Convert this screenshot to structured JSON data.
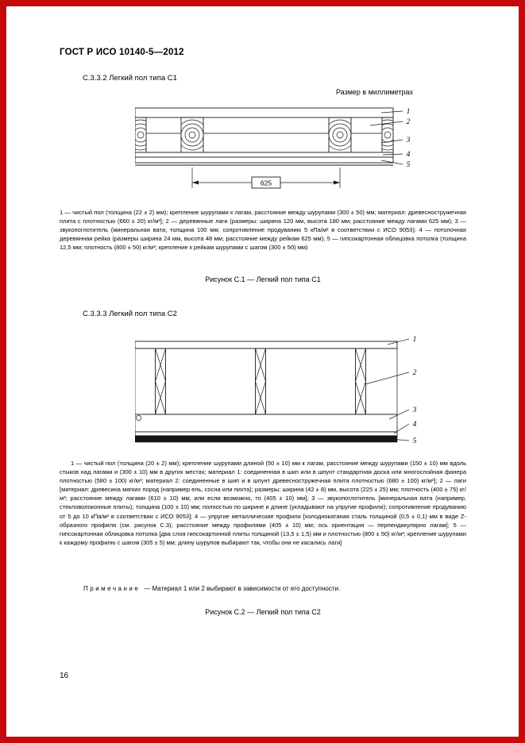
{
  "page": {
    "header_title": "ГОСТ Р ИСО 10140-5—2012",
    "page_number": "16",
    "frame_color": "#c40a0c"
  },
  "section_c1": {
    "heading": "С.3.3.2 Легкий пол типа С1",
    "units_note": "Размер в миллиметрах",
    "figure": {
      "callouts": [
        "1",
        "2",
        "3",
        "4",
        "5"
      ],
      "dimension_label": "625"
    },
    "legend": "1 — чистый пол (толщина (22 ± 2) мм); крепление шурупами к лагам, расстояние между шурупами (300 ± 50) мм; материал: древесностружечная плита с плотностью (660 ± 20) кг/м³]; 2 — деревянные лаги (размеры: ширина 120 мм, высота 180 мм; расстояние между лагами 625 мм); 3 — звукопоглотитель (минеральная вата; толщина 100 мм; сопротивление продуванию 5 кПа/м² в соответствии с ИСО 9053); 4 — потолочная деревянная рейка (размеры ширина 24 мм, высота 48 мм; расстояние между рейкам 625 мм); 5 — гипсокартонная облицовка потолка (толщина 12,5 мм; плотность (800 ± 50) кг/м³; крепление к рейкам шурупами с шагом (300 ± 50) мм)",
    "caption": "Рисунок С.1 — Легкий пол типа С1"
  },
  "section_c2": {
    "heading": "С.3.3.3 Легкий пол типа С2",
    "figure": {
      "callouts": [
        "1",
        "2",
        "3",
        "4",
        "5"
      ]
    },
    "legend": "1 — чистый пол (толщина (20 ± 2) мм); крепление шурупами длиной (50 ± 10) мм к лагам, расстояние между шурупами (150 ± 10) мм вдоль стыков над лагами и (300 ± 10) мм в других местах; материал 1: соединенная в шип или в шпунт стандартная доска или многослойная фанера плотностью (580 ± 100) кг/м³; материал 2: соединенные в шип и в шпунт древесностружечная плита плотностью (680 ± 100) кг/м³]; 2 — лаги [материал: древесина мягких пород (например ель, сосна или пихта); размеры: ширина (42 ± 8) мм, высота (225 ± 25) мм; плотность (400 ± 75) кг/м³; расстояние между лагами (610 ± 10) мм, или если возможно, то (405 ± 10) мм]; 3 — звукопоглотитель [минеральная вата (например, стекловолоконные плиты); толщина (100 ± 10) мм; полностью по ширине и длине (укладывают на упругие профили); сопротивление продуванию от 5 до 10 кПа/м² в соответствии с ИСО 9053]; 4 — упругие металлические профили [холоднокатаная сталь толщиной (0,5 ± 0,1) мм в виде Z-образного профиля (см. рисунок С.3); расстояние между профилями (405 ± 10) мм; ось ориентация — перпендикулярно лагам]; 5 — гипсокартонная облицовка потолка [два слоя гипсокартонной плиты толщиной (13,5 ± 1,5) мм и плотностью (800 ± 50) кг/м³; крепление шурупами к каждому профилю с шагом (305 ± 5) мм; длину шурупов выбирают так, чтобы они не касались лаги]",
    "note": {
      "label": "Примечание",
      "text": "— Материал 1 или 2 выбирают в зависимости от его доступности."
    },
    "caption": "Рисунок С.2 — Легкий пол типа С2"
  }
}
